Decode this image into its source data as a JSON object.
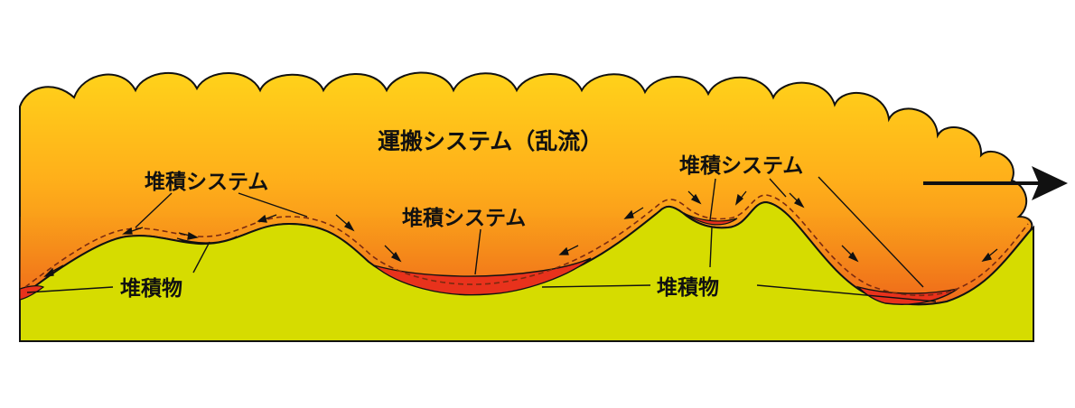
{
  "labels": {
    "transport_system": "運搬システム（乱流）",
    "deposition_system_left": "堆積システム",
    "deposition_system_center": "堆積システム",
    "deposition_system_right": "堆積システム",
    "deposit_left": "堆積物",
    "deposit_right": "堆積物"
  },
  "colors": {
    "flow_top": "#ffd21a",
    "flow_bottom": "#f07a1a",
    "terrain": "#d6dc00",
    "deposit": "#e8321c",
    "outline": "#111111"
  }
}
